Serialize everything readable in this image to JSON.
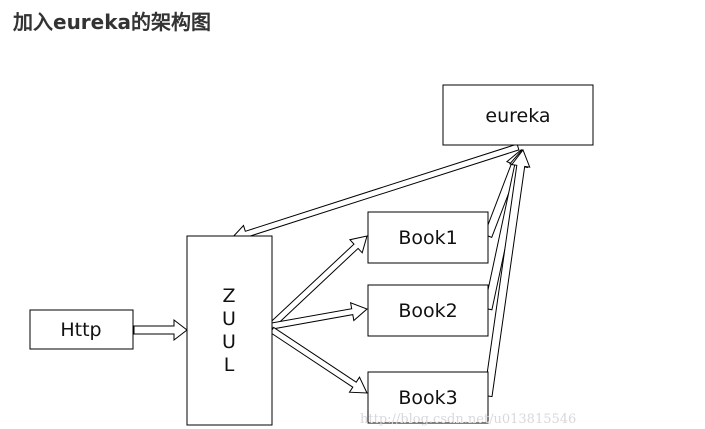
{
  "title": "加入eureka的架构图",
  "nodes": {
    "eureka": "eureka",
    "zuul": [
      "Z",
      "U",
      "U",
      "L"
    ],
    "http": "Http",
    "book1": "Book1",
    "book2": "Book2",
    "book3": "Book3"
  },
  "watermark": "http://blog.csdn.net/u013815546"
}
